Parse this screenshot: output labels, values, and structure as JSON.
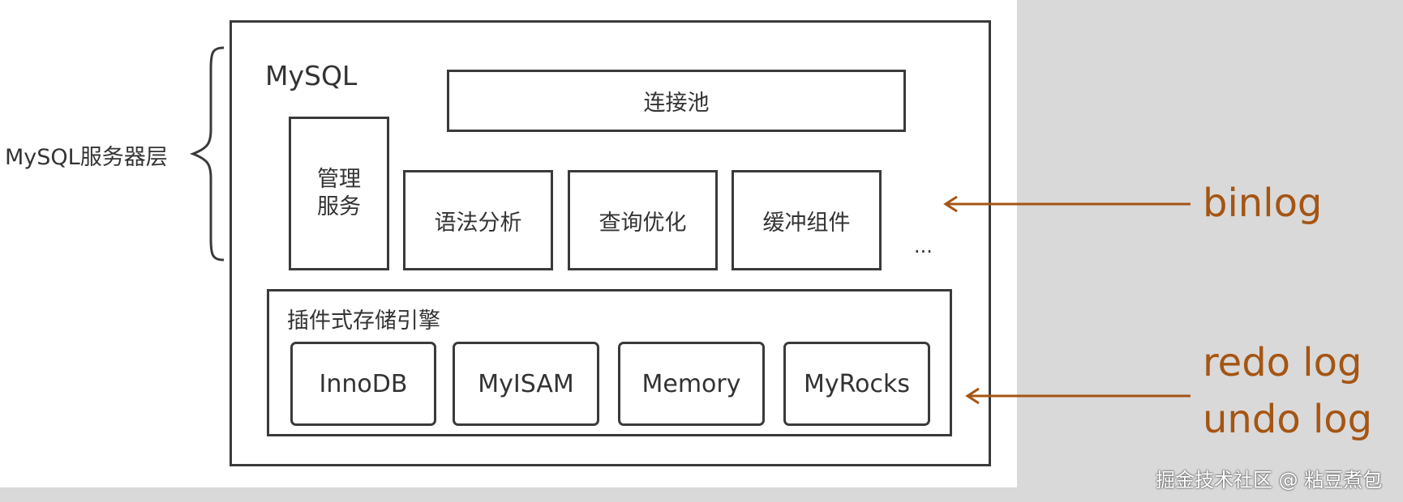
{
  "server_layer_label": "MySQL服务器层",
  "mysql_title": "MySQL",
  "connection_pool": "连接池",
  "management_service_line1": "管理",
  "management_service_line2": "服务",
  "server_components": [
    "语法分析",
    "查询优化",
    "缓冲组件"
  ],
  "ellipsis": "...",
  "storage_engine_title": "插件式存储引擎",
  "engines": [
    "InnoDB",
    "MyISAM",
    "Memory",
    "MyRocks"
  ],
  "logs": {
    "binlog": "binlog",
    "redo_log": "redo log",
    "undo_log": "undo log"
  },
  "watermark": "掘金技术社区 @ 粘豆煮包",
  "colors": {
    "accent": "#a55513",
    "stroke": "#3a3a3a",
    "text": "#333333"
  }
}
